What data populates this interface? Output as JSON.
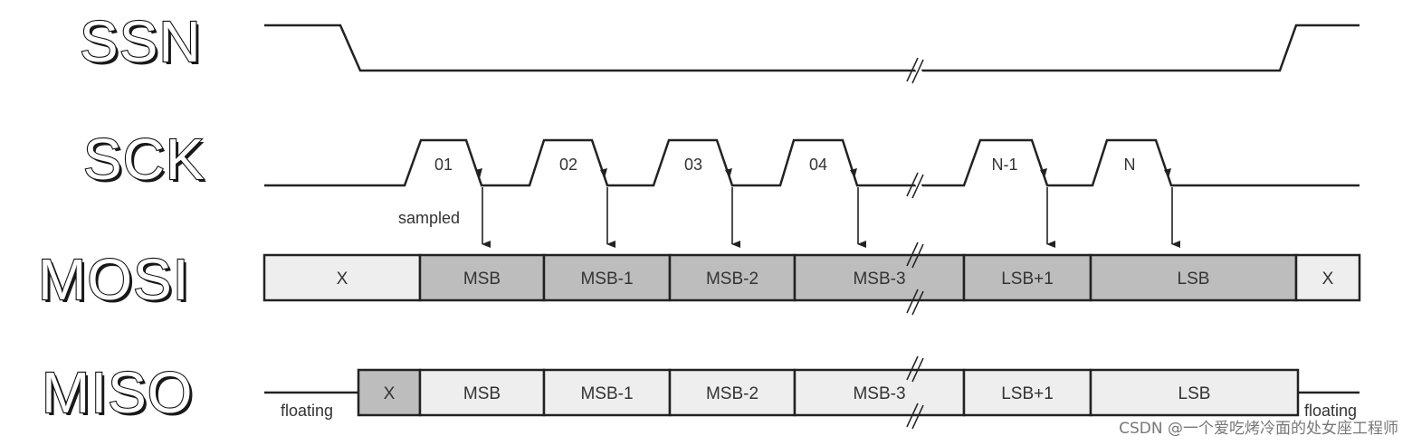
{
  "signals": {
    "ssn": "SSN",
    "sck": "SCK",
    "mosi": "MOSI",
    "miso": "MISO"
  },
  "sck_pulses": [
    "01",
    "02",
    "03",
    "04",
    "N-1",
    "N"
  ],
  "sampled_label": "sampled",
  "mosi_cells": [
    "X",
    "MSB",
    "MSB-1",
    "MSB-2",
    "MSB-3",
    "LSB+1",
    "LSB",
    "X"
  ],
  "miso_cells": [
    "X",
    "MSB",
    "MSB-1",
    "MSB-2",
    "MSB-3",
    "LSB+1",
    "LSB"
  ],
  "floating_label": "floating",
  "watermark": "CSDN @一个爱吃烤冷面的处女座工程师",
  "colors": {
    "line": "#222222",
    "cell_light": "#eeeeee",
    "cell_dark": "#bdbdbd",
    "background": "#ffffff"
  }
}
